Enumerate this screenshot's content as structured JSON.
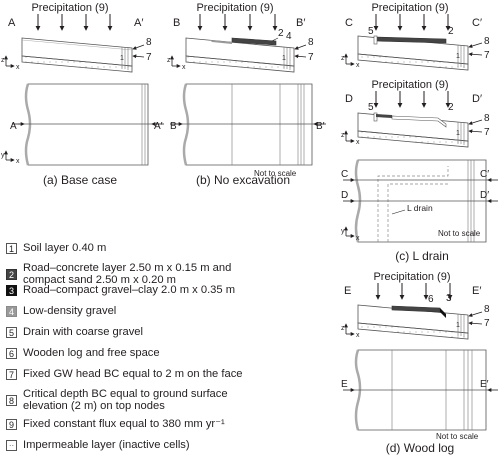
{
  "precipitation": "Precipitation (9)",
  "axes": {
    "z": "z",
    "x": "x",
    "y": "y"
  },
  "scale_note": "Not to scale",
  "panels": {
    "a": {
      "caption": "(a) Base case",
      "sec_left": "A",
      "sec_right": "A′"
    },
    "b": {
      "caption": "(b) No excavation",
      "sec_left": "B",
      "sec_right": "B′"
    },
    "c": {
      "caption": "(c) L drain",
      "sec_left": "C",
      "sec_right": "C′",
      "sec2_left": "D",
      "sec2_right": "D′",
      "drain_label": "L drain"
    },
    "d": {
      "caption": "(d) Wood log",
      "sec_left": "E",
      "sec_right": "E′"
    }
  },
  "callouts": {
    "n1": "1",
    "n2": "2",
    "n3": "3",
    "n4": "4",
    "n5": "5",
    "n6": "6",
    "n7": "7",
    "n8": "8"
  },
  "legend": [
    {
      "num": "1",
      "style": "white",
      "text": "Soil layer 0.40 m"
    },
    {
      "num": "2",
      "style": "dark",
      "text": "Road–concrete layer 2.50 m x 0.15 m and compact sand 2.50 m x 0.20 m"
    },
    {
      "num": "3",
      "style": "black",
      "text": "Road–compact gravel–clay 2.0 m x 0.35 m"
    },
    {
      "num": "4",
      "style": "gray",
      "text": "Low-density gravel"
    },
    {
      "num": "5",
      "style": "white",
      "text": "Drain with coarse gravel"
    },
    {
      "num": "6",
      "style": "white",
      "text": "Wooden log and free space"
    },
    {
      "num": "7",
      "style": "white",
      "text": "Fixed GW head BC equal to 2 m on the face"
    },
    {
      "num": "8",
      "style": "white",
      "text": "Critical depth BC equal to ground surface elevation (2 m) on top nodes"
    },
    {
      "num": "9",
      "style": "white",
      "text": "Fixed constant flux equal to 380 mm yr⁻¹"
    },
    {
      "num": "··",
      "style": "dots",
      "text": "Impermeable layer (inactive cells)"
    }
  ]
}
